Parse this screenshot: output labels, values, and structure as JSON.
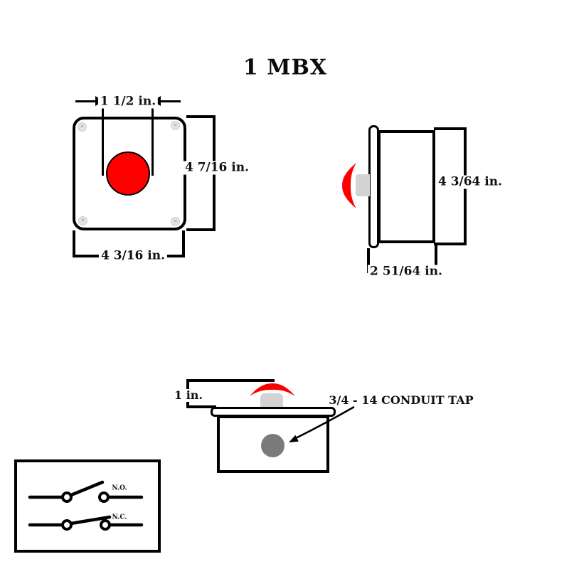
{
  "title": "1 MBX",
  "views": {
    "front": {
      "dim_top": "1 1/2 in.",
      "dim_right": "4  7/16 in.",
      "dim_bottom": "4  3/16 in."
    },
    "side": {
      "dim_right": "4 3/64 in.",
      "dim_bottom": "2 51/64 in."
    },
    "bottom": {
      "dim_button_height": "1 in.",
      "conduit_label": "3/4 - 14 CONDUIT TAP"
    }
  },
  "schematic": {
    "normally_open_label": "N.O.",
    "normally_closed_label": "N.C."
  },
  "icons": {
    "screw": "✕"
  },
  "colors": {
    "button_red": "#ff0000",
    "stem_gray": "#d3d3d3",
    "conduit_gray": "#7a7a7a",
    "line": "#000000"
  }
}
